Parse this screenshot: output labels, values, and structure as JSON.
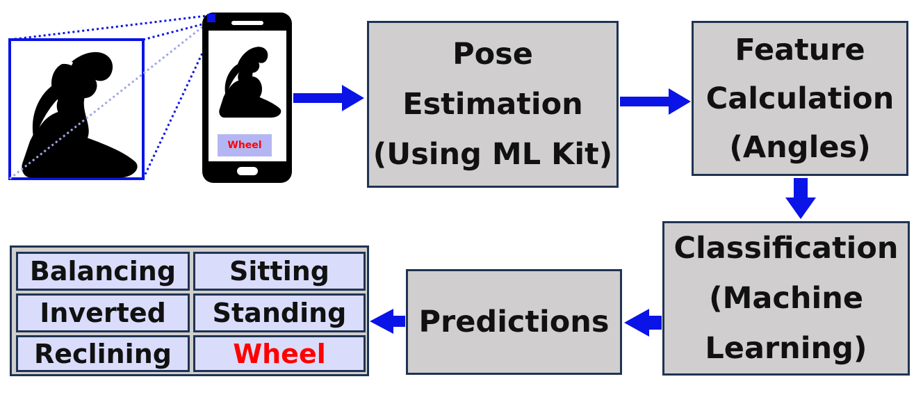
{
  "colors": {
    "box_fill": "#d0cece",
    "box_border": "#1f3353",
    "arrow": "#0a14e6",
    "cell_fill": "#dadcfb",
    "highlight_text": "#ff0000",
    "badge_fill": "#b4b6f4"
  },
  "phone": {
    "prediction_badge": "Wheel"
  },
  "icons": {
    "pose_silhouette": "yoga-pose-silhouette",
    "phone": "smartphone-icon"
  },
  "boxes": {
    "pose_estimation": "Pose\nEstimation\n(Using ML Kit)",
    "feature_calculation": "Feature\nCalculation\n(Angles)",
    "classification": "Classification\n(Machine\nLearning)",
    "predictions": "Predictions"
  },
  "categories": [
    {
      "label": "Balancing",
      "highlighted": false
    },
    {
      "label": "Sitting",
      "highlighted": false
    },
    {
      "label": "Inverted",
      "highlighted": false
    },
    {
      "label": "Standing",
      "highlighted": false
    },
    {
      "label": "Reclining",
      "highlighted": false
    },
    {
      "label": "Wheel",
      "highlighted": true
    }
  ]
}
